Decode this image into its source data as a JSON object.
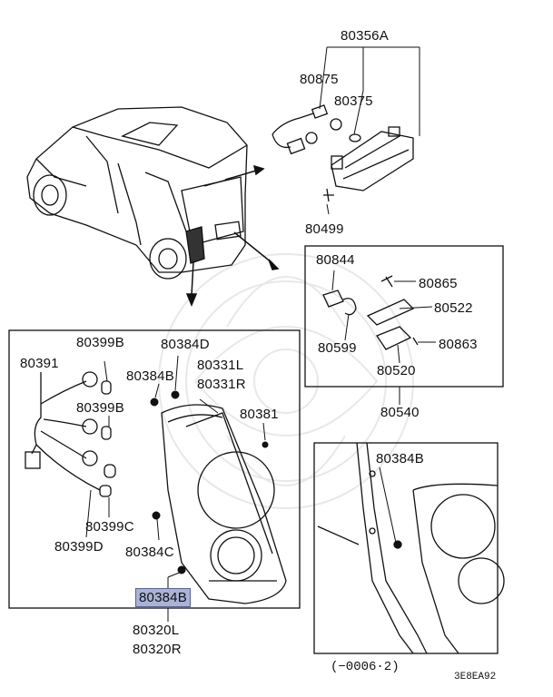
{
  "labels": {
    "p80356A": "80356A",
    "p80875": "80875",
    "p80375": "80375",
    "p80499": "80499",
    "p80844": "80844",
    "p80865": "80865",
    "p80522": "80522",
    "p80599": "80599",
    "p80863": "80863",
    "p80520": "80520",
    "p80540": "80540",
    "p80399B_a": "80399B",
    "p80384D": "80384D",
    "p80391": "80391",
    "p80384B_a": "80384B",
    "p80331L": "80331L",
    "p80331R": "80331R",
    "p80399B_b": "80399B",
    "p80381": "80381",
    "p80399C": "80399C",
    "p80399D": "80399D",
    "p80384C": "80384C",
    "p80384B_hl": "80384B",
    "p80320L": "80320L",
    "p80320R": "80320R",
    "p80384B_detail": "80384B"
  },
  "footer": {
    "serial_range": "(−0006·2)",
    "diagram_code": "3E8EA92"
  },
  "highlight_color": "#aab3d6"
}
